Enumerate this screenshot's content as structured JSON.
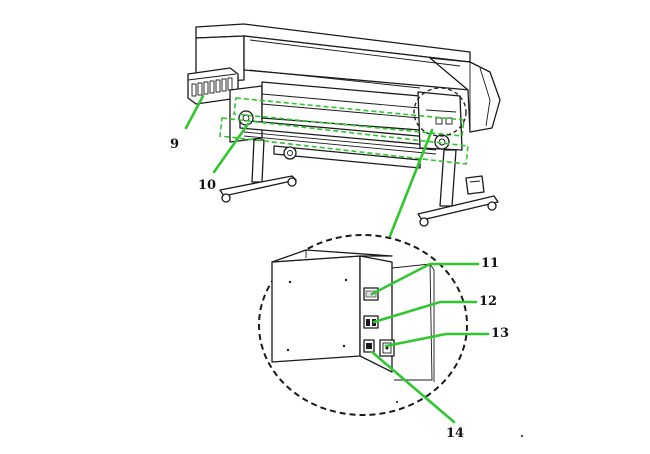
{
  "colors": {
    "leader": "#2fc72f",
    "ink": "#1a1a1a",
    "background": "#ffffff"
  },
  "callouts": [
    {
      "id": "9",
      "label": "9"
    },
    {
      "id": "10",
      "label": "10"
    },
    {
      "id": "11",
      "label": "11"
    },
    {
      "id": "12",
      "label": "12"
    },
    {
      "id": "13",
      "label": "13"
    },
    {
      "id": "14",
      "label": "14"
    }
  ]
}
